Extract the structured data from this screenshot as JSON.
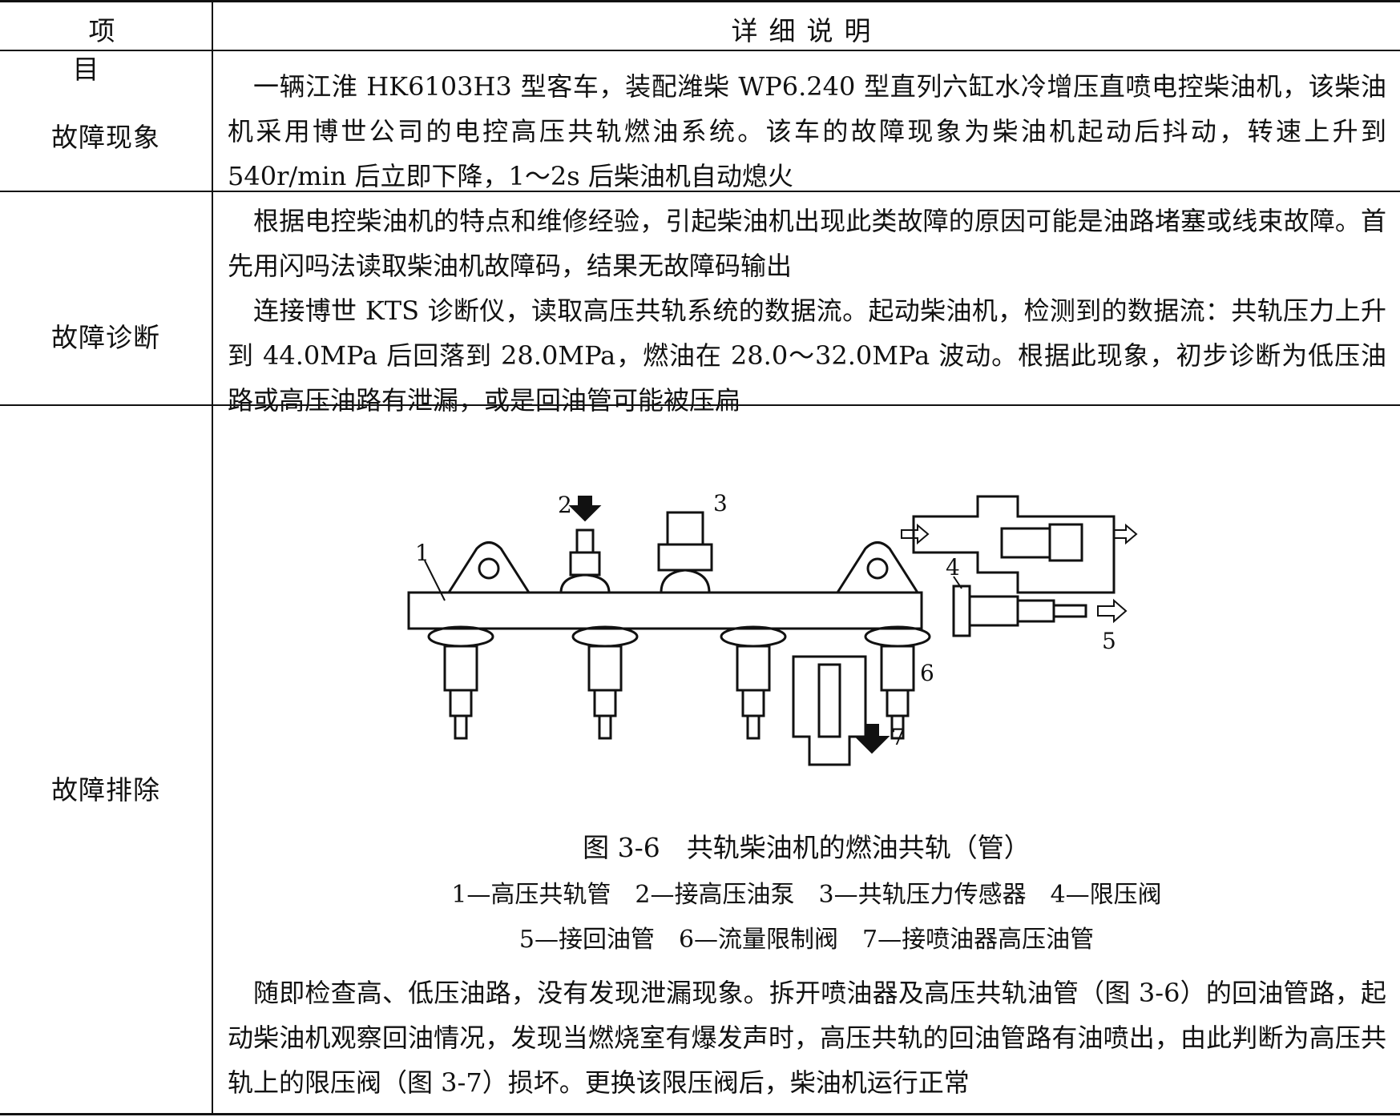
{
  "header": {
    "item": "项　目",
    "detail": "详细说明"
  },
  "rows": [
    {
      "label": "故障现象",
      "paragraphs": [
        "一辆江淮 HK6103H3 型客车，装配潍柴 WP6.240 型直列六缸水冷增压直喷电控柴油机，该柴油机采用博世公司的电控高压共轨燃油系统。该车的故障现象为柴油机起动后抖动，转速上升到 540r/min 后立即下降，1～2s 后柴油机自动熄火"
      ]
    },
    {
      "label": "故障诊断",
      "paragraphs": [
        "根据电控柴油机的特点和维修经验，引起柴油机出现此类故障的原因可能是油路堵塞或线束故障。首先用闪吗法读取柴油机故障码，结果无故障码输出",
        "连接博世 KTS 诊断仪，读取高压共轨系统的数据流。起动柴油机，检测到的数据流：共轨压力上升到 44.0MPa 后回落到 28.0MPa，燃油在 28.0～32.0MPa 波动。根据此现象，初步诊断为低压油路或高压油路有泄漏，或是回油管可能被压扁"
      ]
    },
    {
      "label": "故障排除",
      "paragraphs": [
        "随即检查高、低压油路，没有发现泄漏现象。拆开喷油器及高压共轨油管（图 3-6）的回油管路，起动柴油机观察回油情况，发现当燃烧室有爆发声时，高压共轨的回油管路有油喷出，由此判断为高压共轨上的限压阀（图 3-7）损坏。更换该限压阀后，柴油机运行正常"
      ]
    }
  ],
  "figure": {
    "labels": [
      "1",
      "2",
      "3",
      "4",
      "5",
      "6",
      "7"
    ],
    "caption": "图 3-6　共轨柴油机的燃油共轨（管）",
    "legend_line1": "1—高压共轨管　2—接高压油泵　3—共轨压力传感器　4—限压阀",
    "legend_line2": "5—接回油管　6—流量限制阀　7—接喷油器高压油管"
  }
}
